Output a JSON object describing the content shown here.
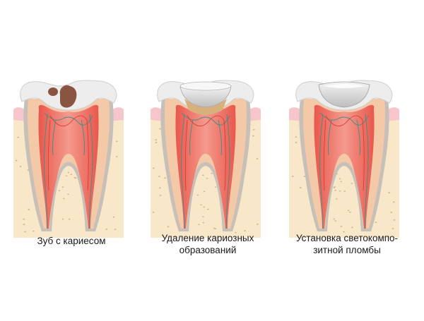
{
  "captions": [
    {
      "lines": [
        "Зуб с кариесом"
      ]
    },
    {
      "lines": [
        "Удаление кариозных",
        "образований"
      ]
    },
    {
      "lines": [
        "Установка светокомпо-",
        "зитной пломбы"
      ]
    }
  ],
  "colors": {
    "enamel": "#ededed",
    "enamel_shadow": "#cfcfcf",
    "gum": "#f6c6cc",
    "bone": "#f8e7c8",
    "bone_dots": "#c9b58f",
    "dentin": "#f3c9a8",
    "root_outline": "#c7c0b8",
    "pulp": "#ee6e62",
    "pulp_light": "#f49a8d",
    "vessels": "#3e8f8a",
    "caries": "#8a5540",
    "cavity": "#d8b07c",
    "filling": "#d9d9d9"
  }
}
